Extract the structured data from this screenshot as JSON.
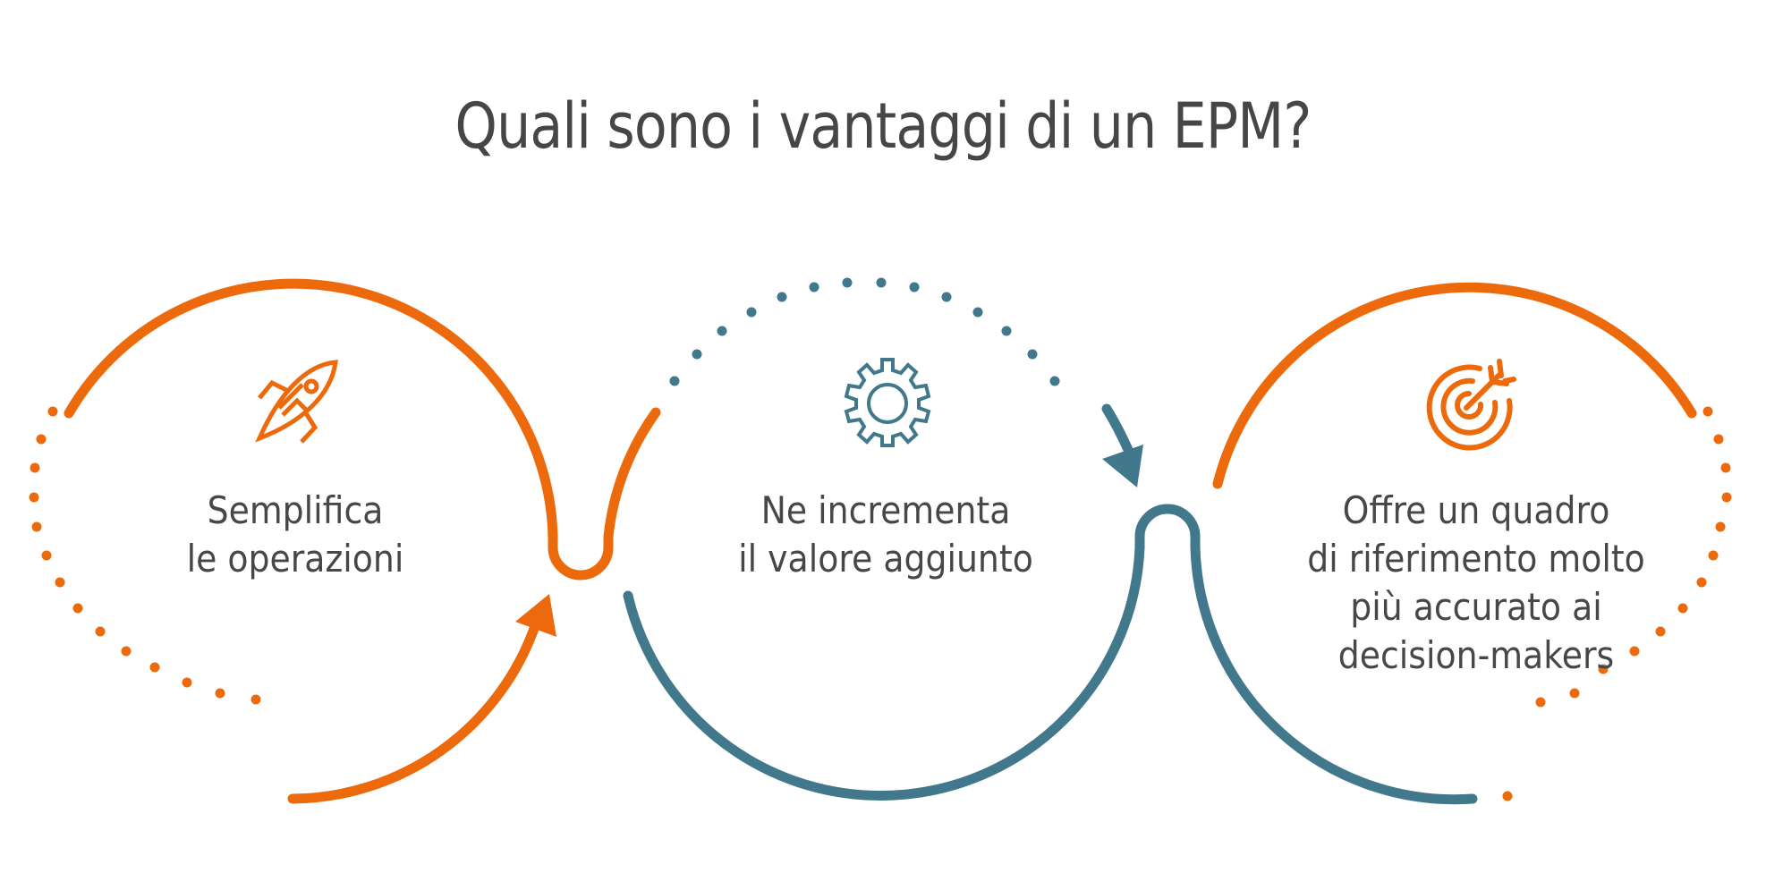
{
  "title": "Quali sono i vantaggi di un EPM?",
  "colors": {
    "orange": "#EC6A0C",
    "teal": "#41788C",
    "text": "#474747",
    "background": "#FFFFFF"
  },
  "steps": [
    {
      "icon": "rocket-icon",
      "color": "orange",
      "lines": [
        "Semplifica",
        "le operazioni"
      ]
    },
    {
      "icon": "gear-icon",
      "color": "teal",
      "lines": [
        "Ne incrementa",
        "il valore aggiunto"
      ]
    },
    {
      "icon": "target-arrow-icon",
      "color": "orange",
      "lines": [
        "Offre un quadro",
        "di riferimento molto",
        "più accurato ai",
        "decision-makers"
      ]
    }
  ]
}
